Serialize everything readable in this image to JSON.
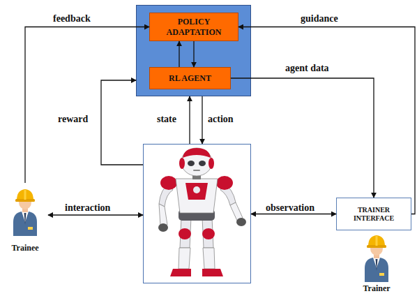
{
  "diagram": {
    "nodes": [
      {
        "text": []
      },
      {
        "text": [
          "POLICY ADAPTATION"
        ],
        "in": 0
      },
      {
        "text": [
          "RL AGENT"
        ],
        "in": 0
      },
      {
        "text": []
      },
      {
        "text": [
          "Trainee"
        ]
      },
      {
        "text": [
          "TRAINER INTERFACE"
        ]
      },
      {
        "text": [
          "Trainer"
        ]
      }
    ],
    "edges": [
      {
        "from": 4,
        "to": 1,
        "label": "feedback",
        "arrow": "to"
      },
      {
        "from": 5,
        "to": 1,
        "label": "guidance",
        "arrow": "to"
      },
      {
        "from": 2,
        "to": 5,
        "label": "agent data",
        "arrow": "to"
      },
      {
        "from": 3,
        "to": 0,
        "label": "reward",
        "arrow": "to"
      },
      {
        "from": 3,
        "to": 0,
        "label": "state",
        "arrow": "to"
      },
      {
        "from": 0,
        "to": 3,
        "label": "action",
        "arrow": "to"
      },
      {
        "from": 4,
        "to": 3,
        "label": "interaction",
        "arrow": "both"
      },
      {
        "from": 3,
        "to": 5,
        "label": "observation",
        "arrow": "both"
      },
      {
        "from": 2,
        "to": 1,
        "arrow": "to"
      },
      {
        "from": 1,
        "to": 2,
        "arrow": "to"
      }
    ]
  }
}
